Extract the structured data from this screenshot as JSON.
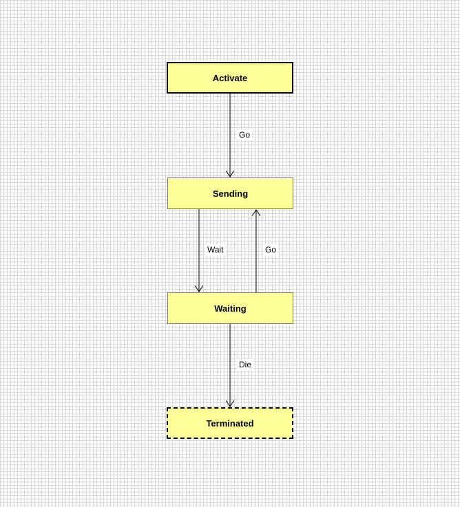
{
  "states": {
    "activate": "Activate",
    "sending": "Sending",
    "waiting": "Waiting",
    "terminated": "Terminated"
  },
  "transitions": {
    "activate_to_sending": "Go",
    "sending_to_waiting": "Wait",
    "waiting_to_sending": "Go",
    "waiting_to_terminated": "Die"
  },
  "colors": {
    "state_fill": "#ffff99",
    "grid": "#d6d6d6"
  }
}
